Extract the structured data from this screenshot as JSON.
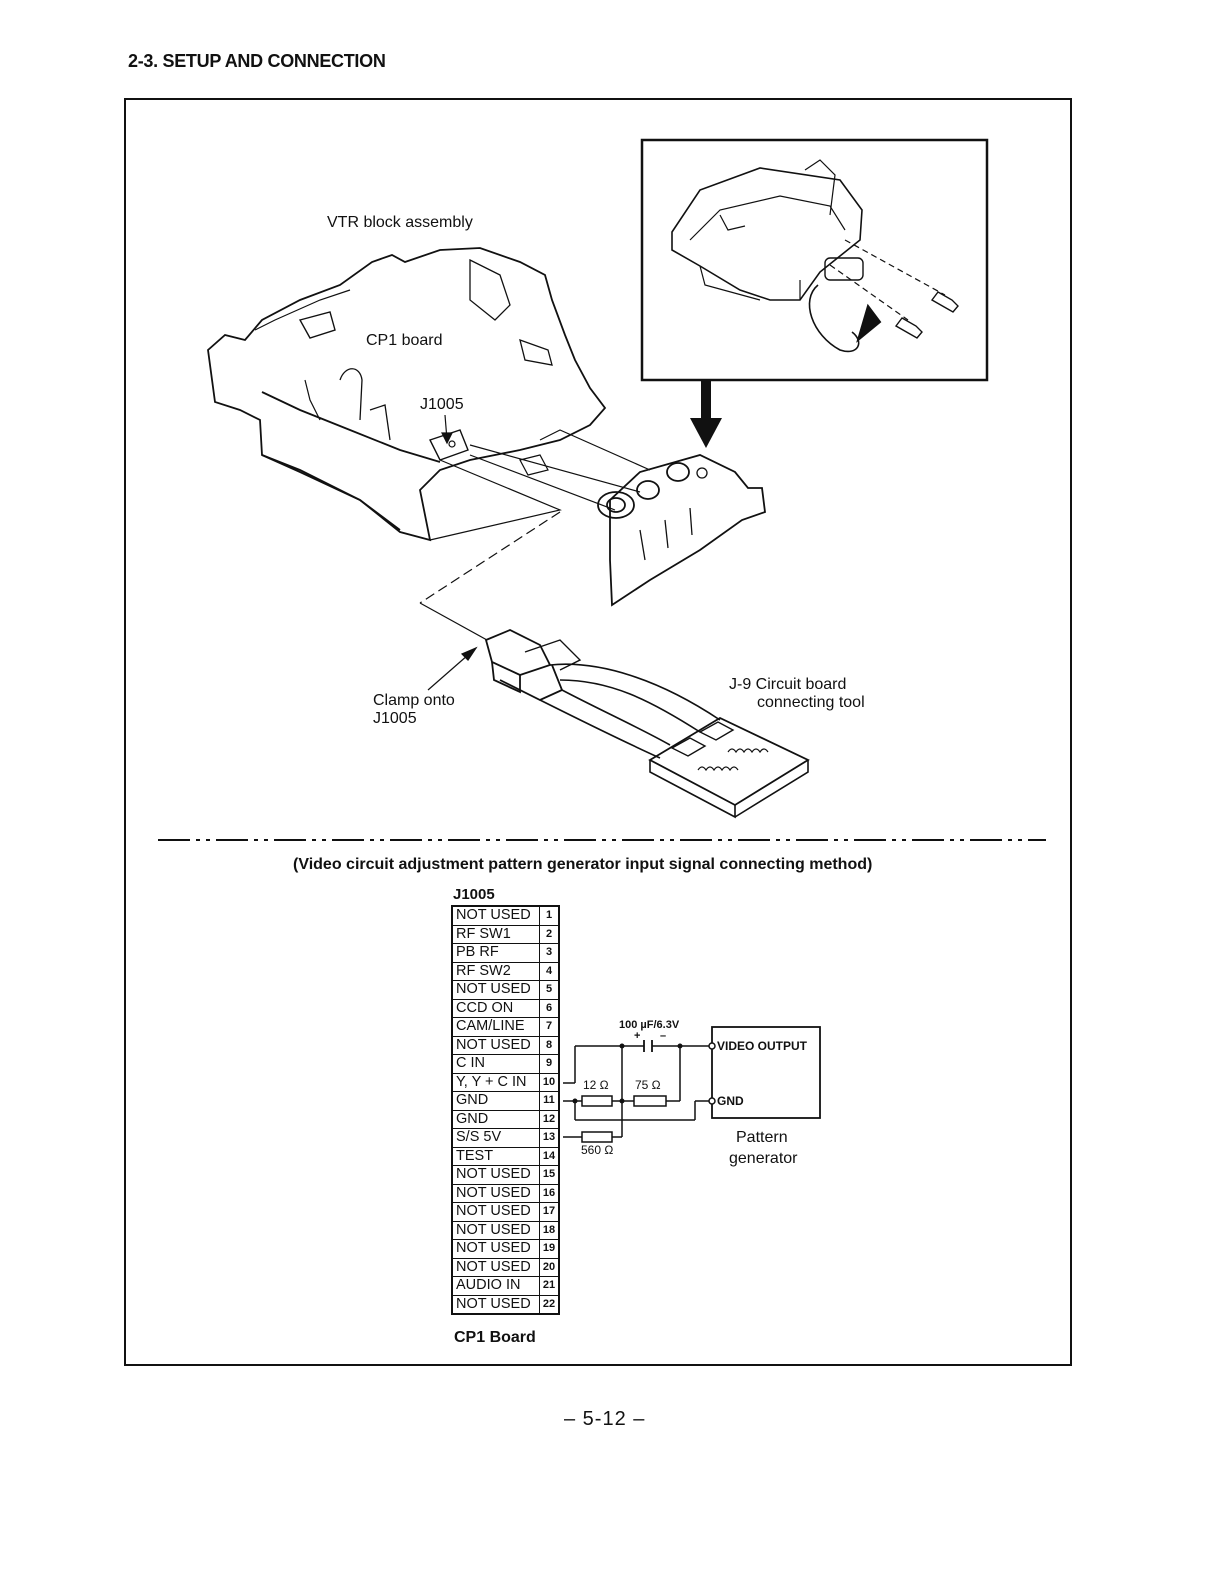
{
  "section_title": "2-3. SETUP AND CONNECTION",
  "labels": {
    "vtr_block": "VTR block assembly",
    "cp1_board": "CP1 board",
    "j1005": "J1005",
    "clamp_line1": "Clamp onto",
    "clamp_line2": "J1005",
    "j9_line1": "J-9 Circuit board",
    "j9_line2": "connecting tool"
  },
  "method_caption": "(Video circuit adjustment pattern generator input signal connecting method)",
  "connector": {
    "title": "J1005",
    "pins": [
      {
        "name": "NOT USED",
        "num": "1"
      },
      {
        "name": "RF SW1",
        "num": "2"
      },
      {
        "name": "PB RF",
        "num": "3"
      },
      {
        "name": "RF SW2",
        "num": "4"
      },
      {
        "name": "NOT USED",
        "num": "5"
      },
      {
        "name": "CCD ON",
        "num": "6"
      },
      {
        "name": "CAM/LINE",
        "num": "7"
      },
      {
        "name": "NOT USED",
        "num": "8"
      },
      {
        "name": "C IN",
        "num": "9"
      },
      {
        "name": "Y, Y + C IN",
        "num": "10"
      },
      {
        "name": "GND",
        "num": "11"
      },
      {
        "name": "GND",
        "num": "12"
      },
      {
        "name": "S/S 5V",
        "num": "13"
      },
      {
        "name": "TEST",
        "num": "14"
      },
      {
        "name": "NOT USED",
        "num": "15"
      },
      {
        "name": "NOT USED",
        "num": "16"
      },
      {
        "name": "NOT USED",
        "num": "17"
      },
      {
        "name": "NOT USED",
        "num": "18"
      },
      {
        "name": "NOT USED",
        "num": "19"
      },
      {
        "name": "NOT USED",
        "num": "20"
      },
      {
        "name": "AUDIO IN",
        "num": "21"
      },
      {
        "name": "NOT USED",
        "num": "22"
      }
    ],
    "board_label": "CP1 Board"
  },
  "circuit": {
    "capacitor": "100 µF/6.3V",
    "cap_plus": "+",
    "cap_minus": "–",
    "r1": "12 Ω",
    "r2": "75 Ω",
    "r3": "560 Ω",
    "video_output": "VIDEO OUTPUT",
    "gnd": "GND",
    "generator_line1": "Pattern",
    "generator_line2": "generator"
  },
  "page_number": "– 5-12 –"
}
